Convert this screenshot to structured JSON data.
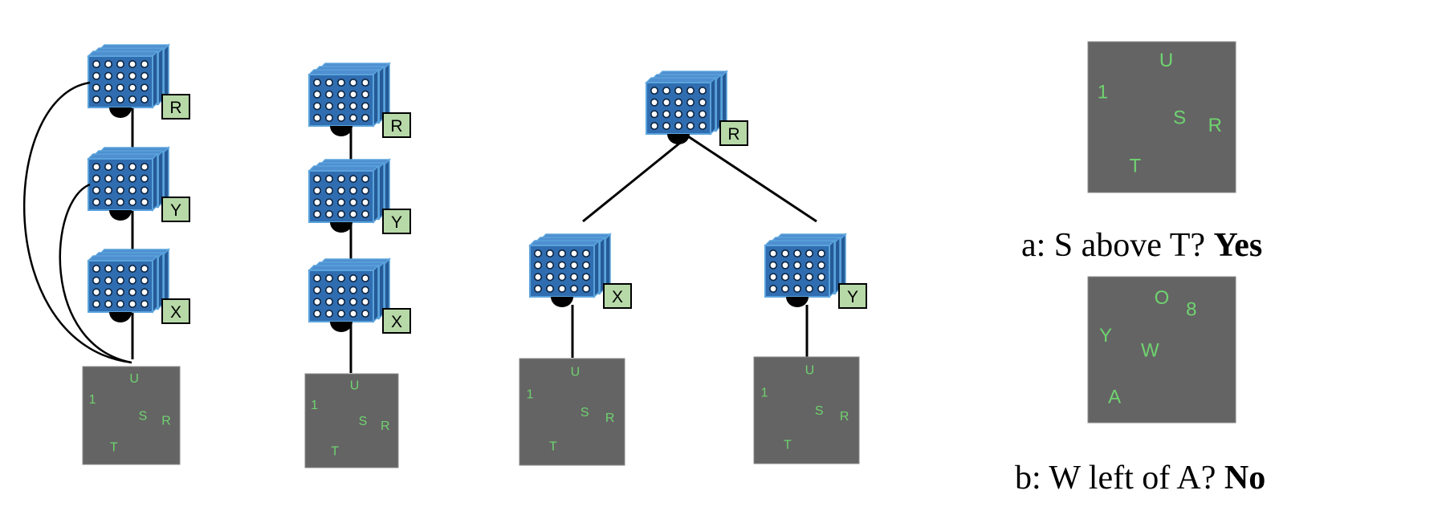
{
  "colors": {
    "module_fill": "#2f6db0",
    "module_stroke": "#5aa3dc",
    "unit": "#ffffff",
    "label_fill": "#b7d9a8",
    "image_bg": "#646464",
    "image_text": "#6fd36f",
    "edge": "#000000"
  },
  "diagrams": [
    {
      "id": "dense",
      "modules": [
        {
          "label": "R"
        },
        {
          "label": "Y"
        },
        {
          "label": "X"
        }
      ],
      "image": {
        "chars": [
          "U",
          "1",
          "S",
          "R",
          "T"
        ]
      }
    },
    {
      "id": "chain",
      "modules": [
        {
          "label": "R"
        },
        {
          "label": "Y"
        },
        {
          "label": "X"
        }
      ],
      "image": {
        "chars": [
          "U",
          "1",
          "S",
          "R",
          "T"
        ]
      }
    },
    {
      "id": "tree",
      "modules": [
        {
          "label": "R"
        },
        {
          "label": "X"
        },
        {
          "label": "Y"
        }
      ],
      "images": [
        {
          "chars": [
            "U",
            "1",
            "S",
            "R",
            "T"
          ]
        },
        {
          "chars": [
            "U",
            "1",
            "S",
            "R",
            "T"
          ]
        }
      ]
    }
  ],
  "examples": [
    {
      "image": {
        "chars": [
          "U",
          "1",
          "S",
          "R",
          "T"
        ]
      },
      "question": "a: S above T?",
      "answer": "Yes"
    },
    {
      "image": {
        "chars": [
          "O",
          "8",
          "Y",
          "W",
          "A"
        ]
      },
      "question": "b: W left of A?",
      "answer": "No"
    }
  ]
}
